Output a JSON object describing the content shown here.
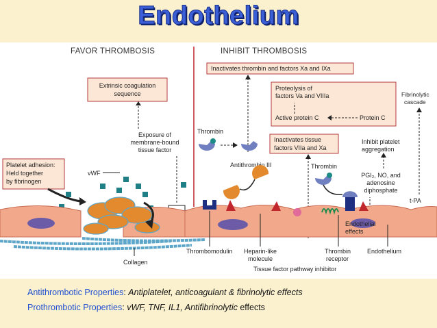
{
  "title": "Endothelium",
  "diagram": {
    "header_left": "FAVOR THROMBOSIS",
    "header_right": "INHIBIT THROMBOSIS",
    "extrinsic_box": [
      "Extrinsic coagulation",
      "sequence"
    ],
    "exposure_label": [
      "Exposure of",
      "membrane-bound",
      "tissue factor"
    ],
    "platelet_box": [
      "Platelet adhesion:",
      "Held together",
      "by fibrinogen"
    ],
    "vwf_label": "vWF",
    "collagen_label": "Collagen",
    "inactivates_thrombin_box": "Inactivates thrombin and factors Xa and IXa",
    "proteolysis_box": [
      "Proteolysis of",
      "factors Va and VIIIa"
    ],
    "active_protein_c": "Active protein C",
    "protein_c": "Protein C",
    "fibrinolytic_label": [
      "Fibrinolytic",
      "cascade"
    ],
    "thrombin_label_left": "Thrombin",
    "inactivates_tissue_box": [
      "Inactivates tissue",
      "factors VIIa and Xa"
    ],
    "inhibit_platelet_label": [
      "Inhibit platelet",
      "aggregation"
    ],
    "antithrombin_label": "Antithrombin III",
    "thrombin_label_right": "Thrombin",
    "pgi_label": [
      "PGI₂, NO, and",
      "adenosine",
      "diphosphate"
    ],
    "tpa_label": "t-PA",
    "endothelial_effects_label": [
      "Endothelial",
      "effects"
    ],
    "bottom_labels": {
      "thrombomodulin": "Thrombomodulin",
      "heparin": [
        "Heparin-like",
        "molecule"
      ],
      "thrombin_receptor": [
        "Thrombin",
        "receptor"
      ],
      "endothelium": "Endothelium",
      "tfpi": "Tissue factor pathway inhibitor"
    }
  },
  "caption": {
    "line1_label": "Antithrombotic Properties",
    "line1_sep": ": ",
    "line1_text": "Antiplatelet, anticoagulant & fibrinolytic effects",
    "line2_label": "Prothrombotic Properties",
    "line2_sep": ": ",
    "line2_italic": "vWF, TNF, IL1, Antifibrinolytic",
    "line2_plain": " effects"
  },
  "colors": {
    "title": "#3A5FD6",
    "divider": "#C0272D",
    "box_border": "#B23A3A",
    "box_fill": "#FCE7D6",
    "cell": "#F2A98B",
    "nucleus": "#6C5CA8",
    "platelet": "#E48A2E",
    "collagen": "#5DA6C9",
    "vwf_square": "#1E7F86",
    "caption_label": "#1F4FD0"
  }
}
